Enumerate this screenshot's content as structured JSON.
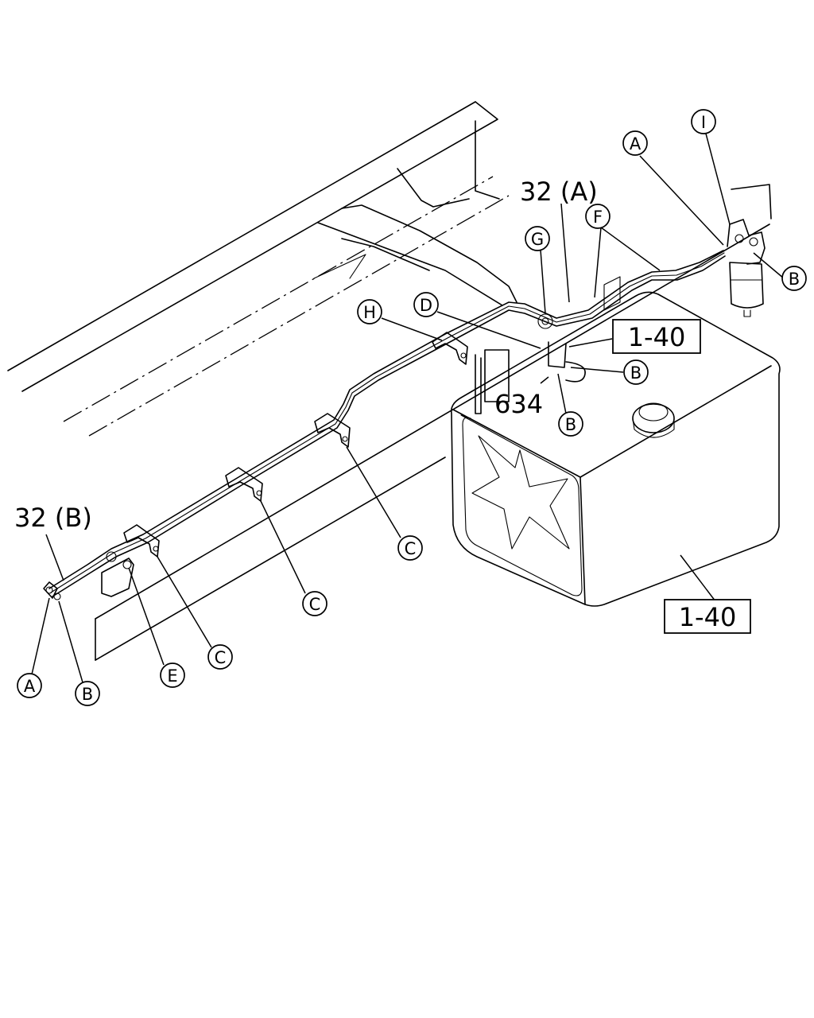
{
  "diagram": {
    "part_numbers": {
      "pipe_a": "32 (A)",
      "pipe_b": "32 (B)",
      "clip": "634"
    },
    "reference_boxes": {
      "upper": "1-40",
      "lower": "1-40"
    },
    "callouts": {
      "A_filter": "A",
      "I_filter": "I",
      "B_filter": "B",
      "F": "F",
      "G": "G",
      "D": "D",
      "H": "H",
      "B_clamp_right": "B",
      "B_clamp_lower": "B",
      "C_1": "C",
      "C_2": "C",
      "C_3": "C",
      "E": "E",
      "A_end": "A",
      "B_end": "B"
    }
  }
}
